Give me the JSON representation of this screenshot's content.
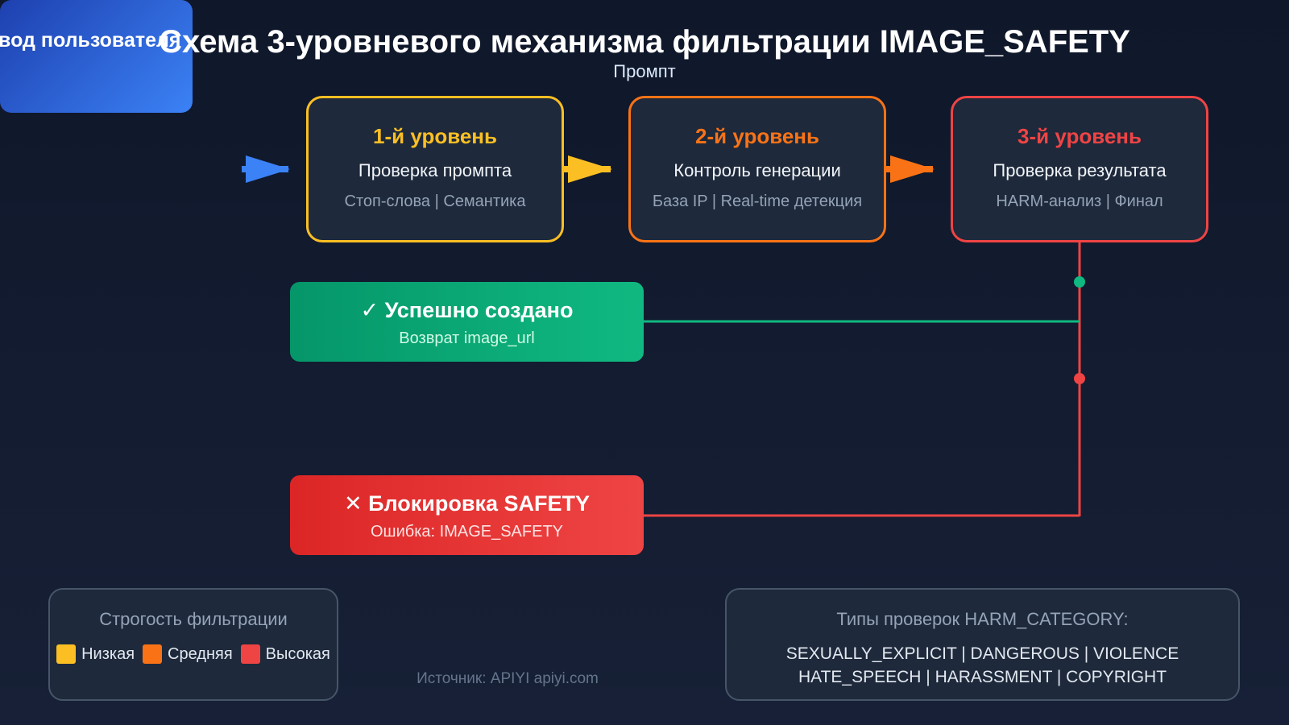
{
  "title": "Схема 3-уровневого механизма фильтрации IMAGE_SAFETY",
  "input": {
    "title": "Ввод пользователя",
    "subtitle": "Промпт"
  },
  "levels": [
    {
      "title": "1-й уровень",
      "subtitle": "Проверка промпта",
      "detail": "Стоп-слова | Семантика",
      "color": "#fbbf24"
    },
    {
      "title": "2-й уровень",
      "subtitle": "Контроль генерации",
      "detail": "База IP | Real-time детекция",
      "color": "#f97316"
    },
    {
      "title": "3-й уровень",
      "subtitle": "Проверка результата",
      "detail": "HARM-анализ | Финал",
      "color": "#ef4444"
    }
  ],
  "success": {
    "title": "✓ Успешно создано",
    "subtitle": "Возврат image_url",
    "color": "#10b981"
  },
  "blocked": {
    "title": "✕ Блокировка SAFETY",
    "subtitle": "Ошибка: IMAGE_SAFETY",
    "color": "#ef4444"
  },
  "legend": {
    "title": "Строгость фильтрации",
    "items": [
      {
        "label": "Низкая",
        "color": "#fbbf24"
      },
      {
        "label": "Средняя",
        "color": "#f97316"
      },
      {
        "label": "Высокая",
        "color": "#ef4444"
      }
    ]
  },
  "harm": {
    "title": "Типы проверок HARM_CATEGORY:",
    "line1": "SEXUALLY_EXPLICIT | DANGEROUS | VIOLENCE",
    "line2": "HATE_SPEECH | HARASSMENT | COPYRIGHT"
  },
  "source": "Источник: APIYI apiyi.com"
}
